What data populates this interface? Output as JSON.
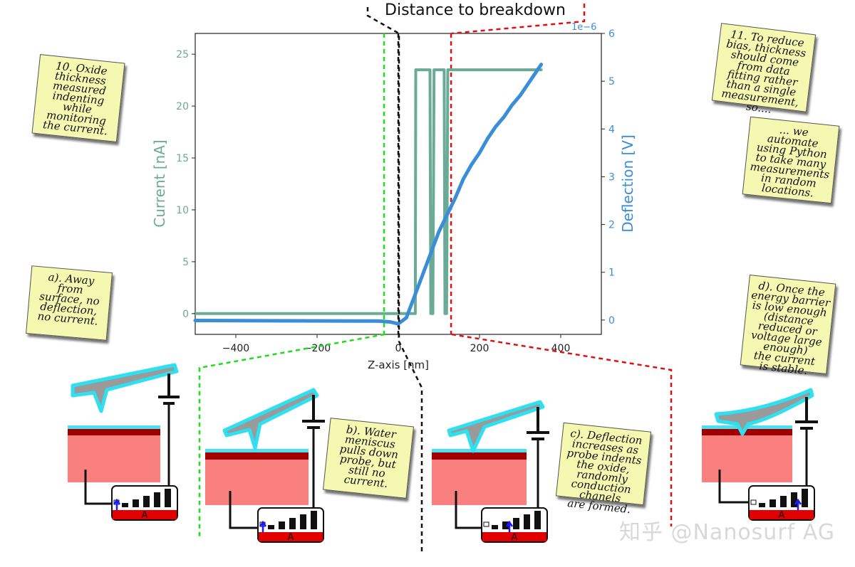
{
  "title": "Distance to breakdown",
  "watermark": "知乎 @Nanosurf AG",
  "notes": {
    "n10": "10. Oxide\nthickness\nmeasured\nindenting\nwhile\nmonitoring\nthe current.",
    "n11": "11. To reduce\nbias, thickness\nshould come\nfrom data\nfitting rather\nthan a single\nmeasurement,\nso....",
    "n11b": "... we\nautomate\nusing Python\nto take many\nmeasurements\nin random\nlocations.",
    "a": "a). Away\nfrom\nsurface, no\ndeflection,\nno current.",
    "b": "b). Water\nmeniscus\npulls down\nprobe, but\nstill no\ncurrent.",
    "c": "c). Deflection\nincreases as\nprobe indents\nthe oxide,\nrandomly\nconduction\nchanels\nare formed.",
    "d": "d). Once the\nenergy barrier\nis low enough\n(distance\nreduced or\nvoltage large\nenough)\nthe current\nis stable."
  },
  "ammeter_label": "A",
  "chart_data": {
    "type": "line",
    "xlabel": "Z-axis [nm]",
    "ylabel": "Current [nA]",
    "ylabel_right": "Deflection [V]",
    "right_scale_label": "1e−6",
    "xlim": [
      -500,
      500
    ],
    "ylim": [
      -2,
      27
    ],
    "ylim_right": [
      -0.3,
      6
    ],
    "xticks": [
      -400,
      -200,
      0,
      200,
      400
    ],
    "yticks": [
      0,
      5,
      10,
      15,
      20,
      25
    ],
    "yticks_right": [
      0,
      1,
      2,
      3,
      4,
      5,
      6
    ],
    "colors": {
      "current": "#6aaa96",
      "deflection": "#3a8ed8"
    },
    "series": [
      {
        "axis": "left",
        "x": [
          -500,
          38,
          42,
          43,
          46,
          75,
          78,
          80,
          85,
          88,
          90,
          110,
          113,
          115,
          119,
          122,
          125,
          352
        ],
        "y": [
          0,
          0,
          0,
          23.5,
          23.5,
          23.5,
          23.5,
          0,
          0,
          23.5,
          23.5,
          23.5,
          23.5,
          0,
          0,
          23.5,
          23.5,
          23.5
        ]
      },
      {
        "axis": "right",
        "x": [
          -500,
          -100,
          -50,
          -20,
          0,
          20,
          40,
          60,
          80,
          100,
          120,
          140,
          160,
          180,
          200,
          220,
          240,
          260,
          280,
          300,
          320,
          340,
          352
        ],
        "y": [
          -0.01,
          -0.02,
          -0.02,
          -0.04,
          -0.08,
          0.05,
          0.5,
          0.95,
          1.4,
          1.85,
          2.2,
          2.55,
          2.95,
          3.25,
          3.5,
          3.8,
          4.05,
          4.25,
          4.5,
          4.7,
          4.95,
          5.2,
          5.35
        ]
      }
    ],
    "markers": [
      {
        "x": -35,
        "color": "#19e019"
      },
      {
        "x": 0,
        "color": "#111111"
      },
      {
        "x": 130,
        "color": "#dd1111"
      }
    ]
  }
}
